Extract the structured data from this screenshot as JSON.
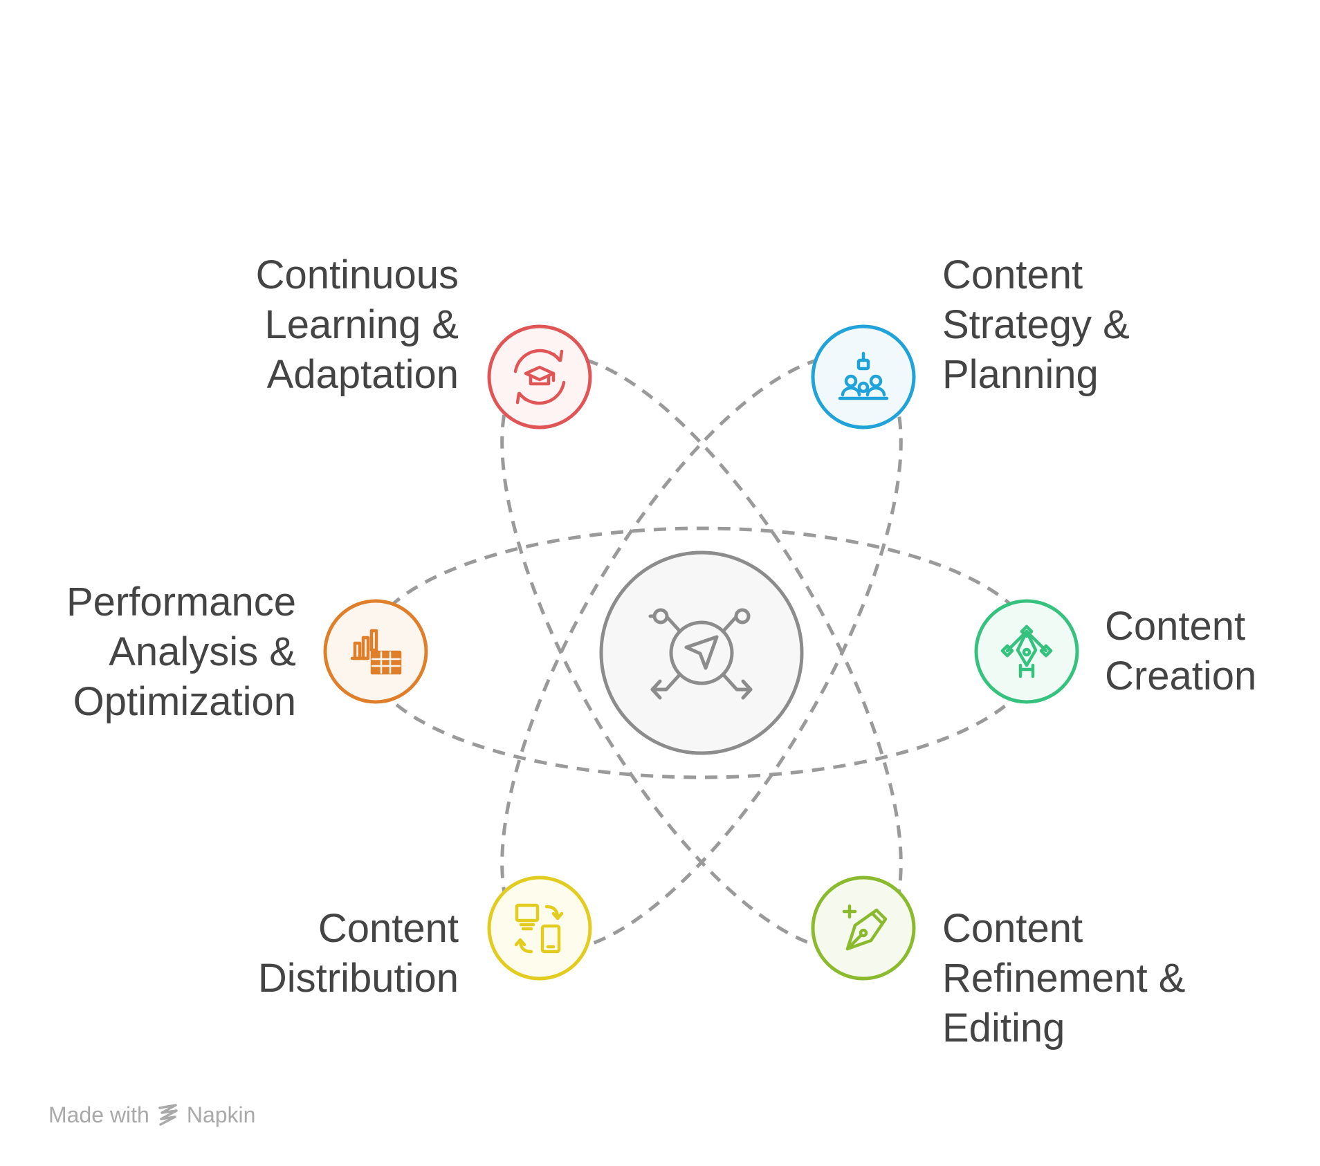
{
  "center": {
    "icon": "navigation-arrow-network-icon",
    "color": "#8c8c8c"
  },
  "nodes": [
    {
      "id": "learning",
      "lines": [
        "Continuous",
        "Learning &",
        "Adaptation"
      ],
      "color": "#e05555",
      "icon": "graduation-cap-refresh-icon"
    },
    {
      "id": "strategy",
      "lines": [
        "Content",
        "Strategy &",
        "Planning"
      ],
      "color": "#1fa3d8",
      "icon": "team-planning-icon"
    },
    {
      "id": "performance",
      "lines": [
        "Performance",
        "Analysis &",
        "Optimization"
      ],
      "color": "#e07f2a",
      "icon": "bar-chart-table-icon"
    },
    {
      "id": "creation",
      "lines": [
        "Content",
        "Creation"
      ],
      "color": "#35c27f",
      "icon": "pen-nib-vector-icon"
    },
    {
      "id": "distribution",
      "lines": [
        "Content",
        "Distribution"
      ],
      "color": "#e2cc1f",
      "icon": "devices-sync-icon"
    },
    {
      "id": "refinement",
      "lines": [
        "Content",
        "Refinement &",
        "Editing"
      ],
      "color": "#8cba2e",
      "icon": "pen-add-icon"
    }
  ],
  "watermark": {
    "prefix": "Made with",
    "brand": "Napkin",
    "icon": "napkin-logo-icon"
  },
  "orbit_color": "#9a9a9a"
}
